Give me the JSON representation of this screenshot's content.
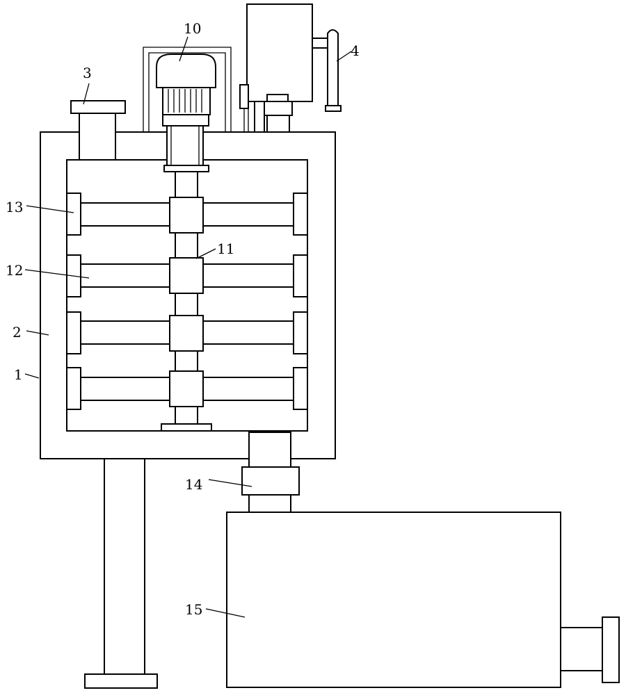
{
  "diagram": {
    "line_color": "#000000",
    "background": "#ffffff",
    "labels": {
      "l1": "1",
      "l2": "2",
      "l3": "3",
      "l4": "4",
      "l10": "10",
      "l11": "11",
      "l12": "12",
      "l13": "13",
      "l14": "14",
      "l15": "15"
    }
  }
}
